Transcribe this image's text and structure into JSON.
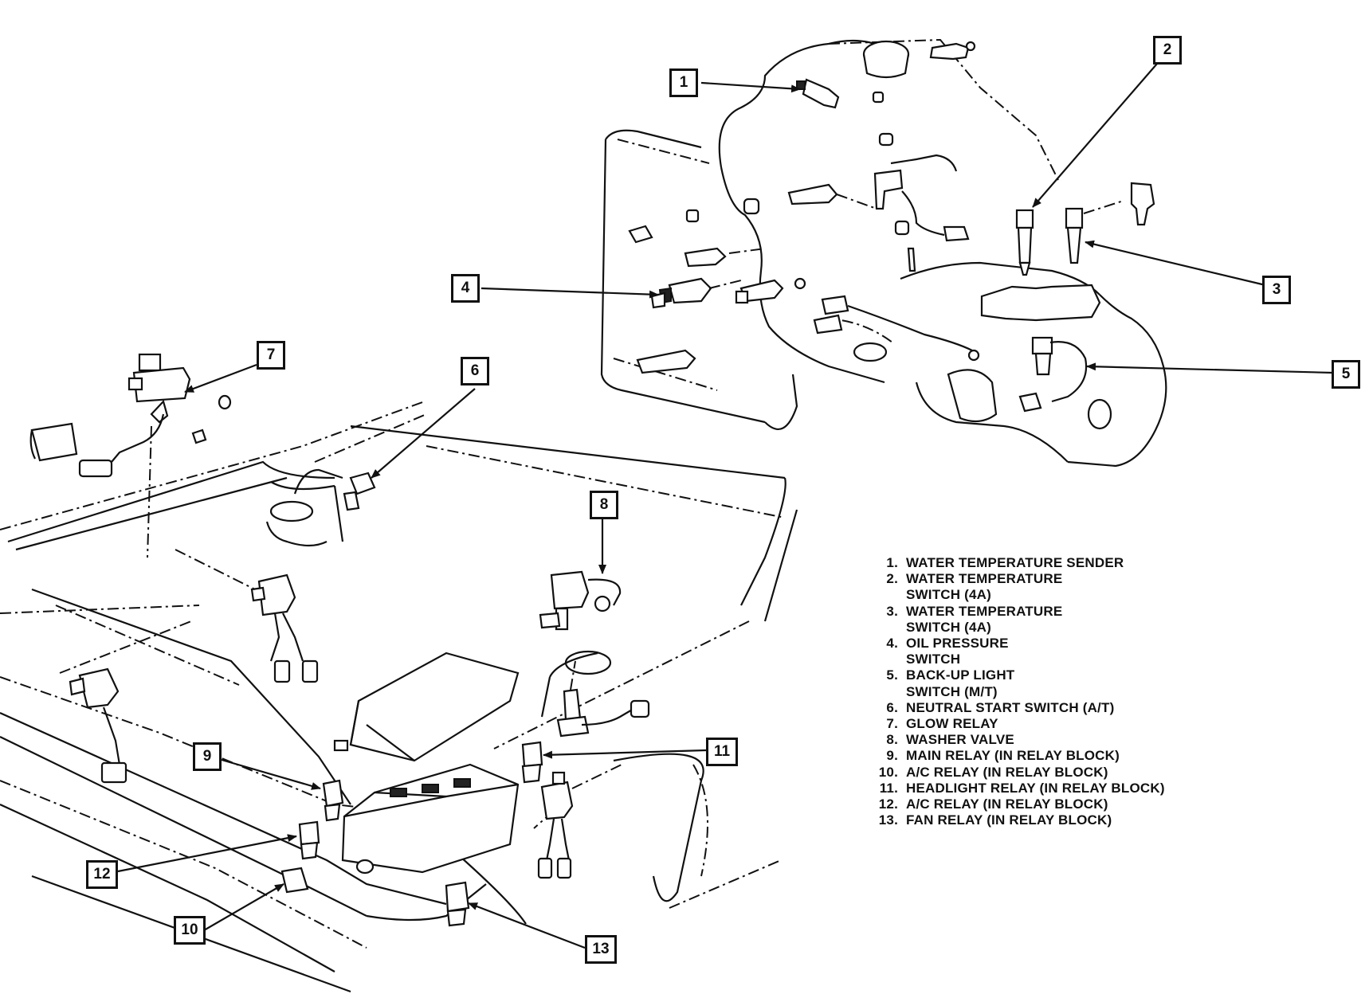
{
  "callouts": {
    "c1": "1",
    "c2": "2",
    "c3": "3",
    "c4": "4",
    "c5": "5",
    "c6": "6",
    "c7": "7",
    "c8": "8",
    "c9": "9",
    "c10": "10",
    "c11": "11",
    "c12": "12",
    "c13": "13"
  },
  "legend": [
    {
      "num": "1.",
      "text": "WATER TEMPERATURE SENDER"
    },
    {
      "num": "2.",
      "text": "WATER TEMPERATURE\nSWITCH (4A)"
    },
    {
      "num": "3.",
      "text": "WATER TEMPERATURE\nSWITCH (4A)"
    },
    {
      "num": "4.",
      "text": "OIL PRESSURE\nSWITCH"
    },
    {
      "num": "5.",
      "text": "BACK-UP LIGHT\nSWITCH (M/T)"
    },
    {
      "num": "6.",
      "text": "NEUTRAL START SWITCH (A/T)"
    },
    {
      "num": "7.",
      "text": "GLOW RELAY"
    },
    {
      "num": "8.",
      "text": "WASHER VALVE"
    },
    {
      "num": "9.",
      "text": "MAIN RELAY (IN RELAY BLOCK)"
    },
    {
      "num": "10.",
      "text": "A/C RELAY (IN RELAY BLOCK)"
    },
    {
      "num": "11.",
      "text": "HEADLIGHT RELAY (IN RELAY BLOCK)"
    },
    {
      "num": "12.",
      "text": "A/C RELAY (IN RELAY BLOCK)"
    },
    {
      "num": "13.",
      "text": "FAN RELAY (IN RELAY BLOCK)"
    }
  ]
}
